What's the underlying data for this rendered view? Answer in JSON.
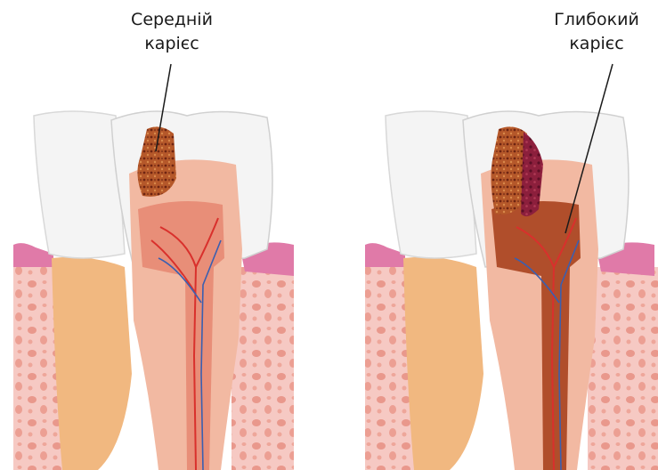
{
  "labels": {
    "left": {
      "line1": "Середній",
      "line2": "карієс"
    },
    "right": {
      "line1": "Глибокий",
      "line2": "карієс"
    }
  },
  "colors": {
    "enamel": "#f4f4f4",
    "gum": "#e07aa8",
    "bone": "#f6c9c3",
    "dentin": "#f2b9a2",
    "pulp": "#e88e78",
    "root": "#f1b880",
    "caries": "#a8421e",
    "deep_caries": "#7d1b3a",
    "nerve_red": "#d9302c",
    "nerve_blue": "#3a5fb0"
  }
}
